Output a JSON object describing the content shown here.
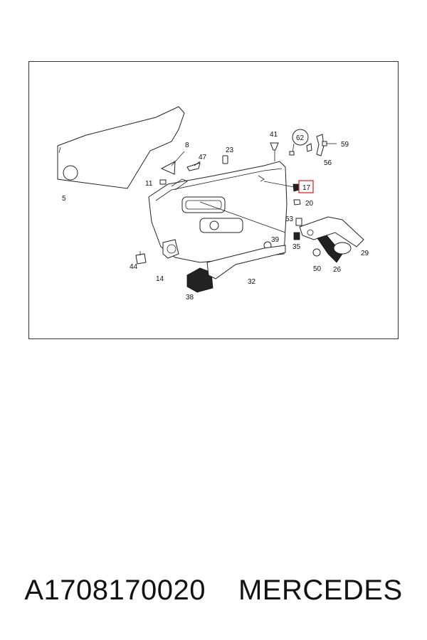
{
  "diagram": {
    "callouts": {
      "p5": "5",
      "p8": "8",
      "p47": "47",
      "p23": "23",
      "p41": "41",
      "p62": "62",
      "p59": "59",
      "p56": "56",
      "p11": "11",
      "p17": "17",
      "p20": "20",
      "p53": "53",
      "p39": "39",
      "p35": "35",
      "p29": "29",
      "p50": "50",
      "p26": "26",
      "p44": "44",
      "p14": "14",
      "p38": "38",
      "p32": "32"
    },
    "highlight_color": "#e0262b"
  },
  "caption": {
    "part_number": "A1708170020",
    "brand": "MERCEDES"
  }
}
